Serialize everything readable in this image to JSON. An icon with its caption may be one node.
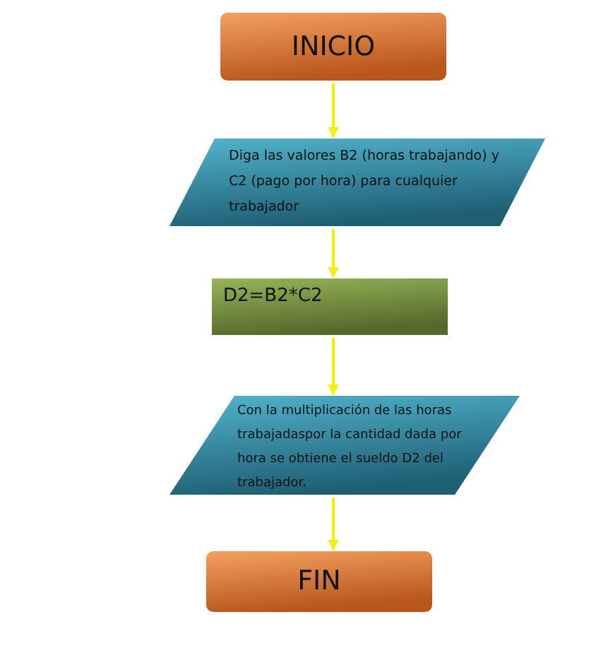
{
  "diagram": {
    "nodes": [
      {
        "text": [
          "INICIO"
        ]
      },
      {
        "text": [
          "Diga las valores B2 (horas trabajando) y C2 (pago por hora) para cualquier trabajador"
        ]
      },
      {
        "text": [
          "D2=B2*C2"
        ]
      },
      {
        "text": [
          "Con la multiplicación de las horas trabajadaspor la cantidad dada por hora se obtiene el sueldo  D2 del trabajador."
        ]
      },
      {
        "text": [
          "FIN"
        ]
      }
    ],
    "edges": [
      {
        "from": 0,
        "to": 1,
        "arrow": "to"
      },
      {
        "from": 1,
        "to": 2,
        "arrow": "to"
      },
      {
        "from": 2,
        "to": 3,
        "arrow": "to"
      },
      {
        "from": 3,
        "to": 4,
        "arrow": "to"
      }
    ]
  }
}
